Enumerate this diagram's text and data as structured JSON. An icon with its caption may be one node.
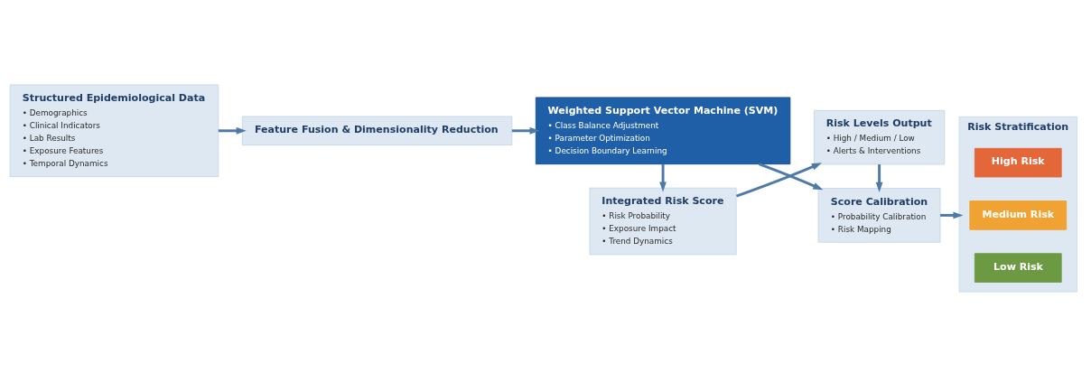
{
  "diagram": {
    "nodes": [
      {
        "text": [
          "Structured Epidemiological Data",
          "• Demographics",
          "• Clinical Indicators",
          "• Lab Results",
          "• Exposure Features",
          "• Temporal Dynamics"
        ]
      },
      {
        "text": [
          "Feature Fusion & Dimensionality Reduction"
        ]
      },
      {
        "text": [
          "Weighted Support Vector Machine (SVM)",
          "• Class Balance Adjustment",
          "• Parameter Optimization",
          "• Decision Boundary Learning"
        ]
      },
      {
        "text": [
          "Score Calibration",
          "• Probability Calibration",
          "• Risk Mapping"
        ]
      },
      {
        "text": [
          "Risk Stratification"
        ]
      },
      {
        "text": [
          "High Risk"
        ],
        "in": 4
      },
      {
        "text": [
          "Medium Risk"
        ],
        "in": 4
      },
      {
        "text": [
          "Low Risk"
        ],
        "in": 4
      },
      {
        "text": [
          "Integrated Risk Score",
          "• Risk Probability",
          "• Exposure Impact",
          "• Trend Dynamics"
        ]
      },
      {
        "text": [
          "Risk Levels Output",
          "• High / Medium / Low",
          "• Alerts & Interventions"
        ]
      }
    ],
    "edges": [
      {
        "from": 0,
        "to": 1,
        "arrow": "to"
      },
      {
        "from": 1,
        "to": 2,
        "arrow": "to"
      },
      {
        "from": 2,
        "to": 3,
        "arrow": "to"
      },
      {
        "from": 3,
        "to": 4,
        "arrow": "to"
      },
      {
        "from": 2,
        "to": 8,
        "arrow": "to"
      },
      {
        "from": 8,
        "to": 9,
        "arrow": "to"
      },
      {
        "from": 9,
        "to": 3,
        "arrow": "to"
      }
    ]
  }
}
